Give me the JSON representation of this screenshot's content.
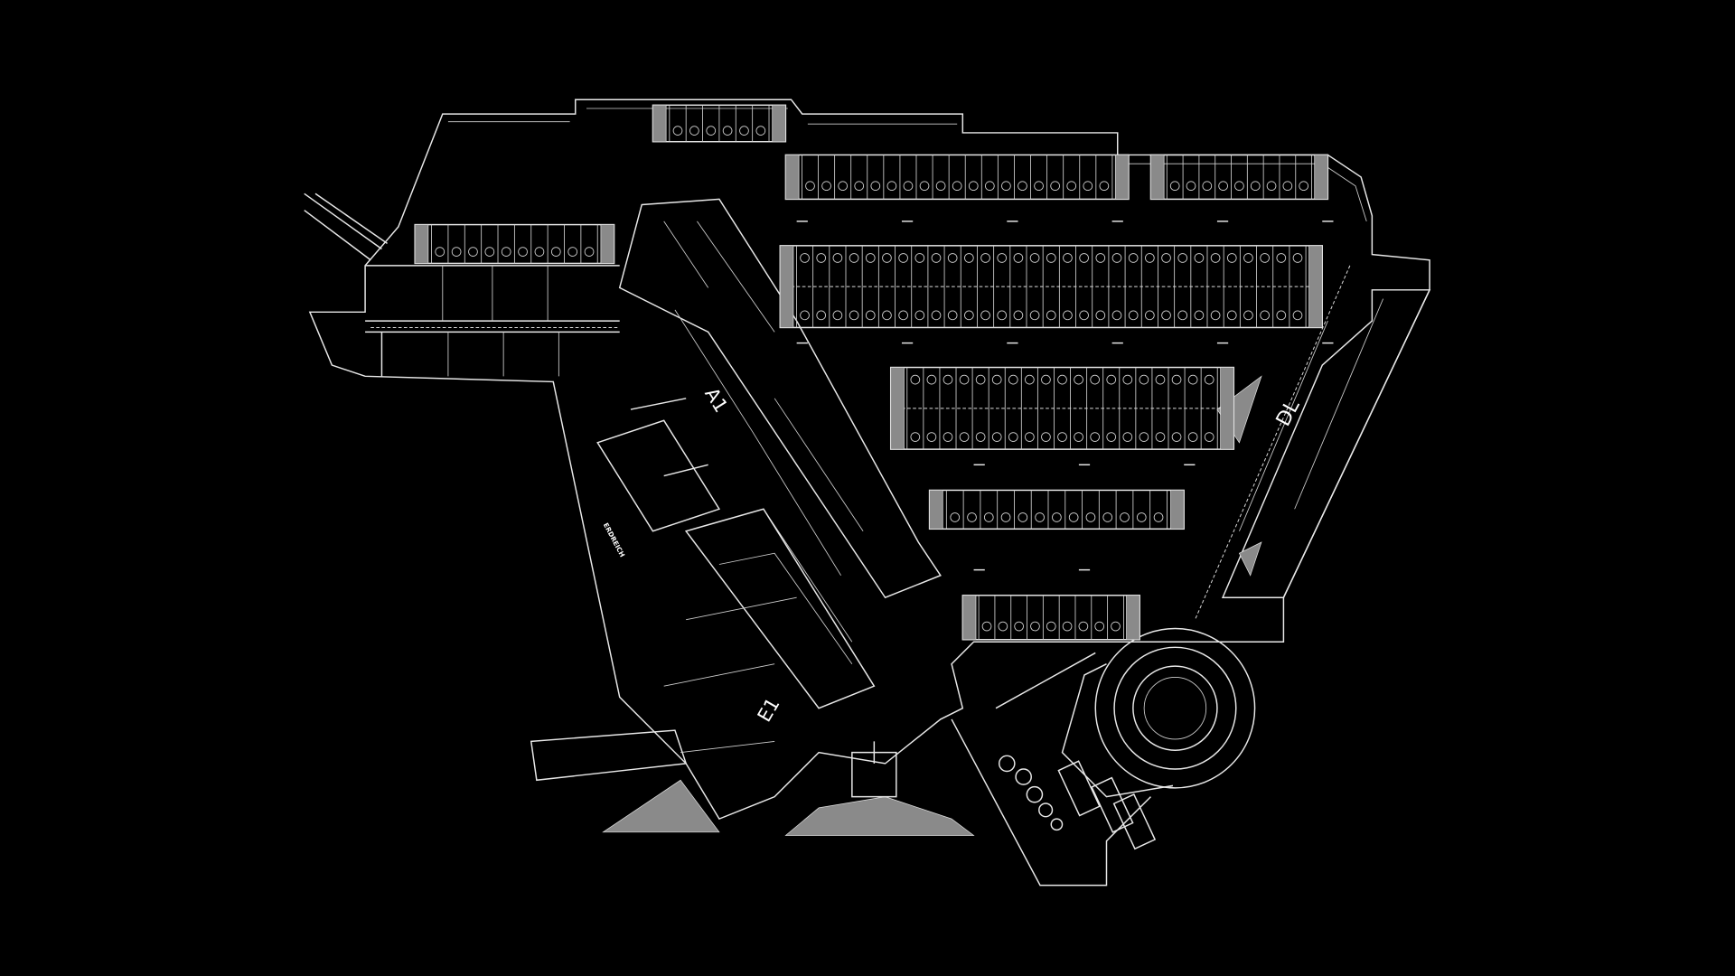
{
  "plan": {
    "labels": {
      "zone_a1": "A1",
      "zone_e1": "E1",
      "zone_dl": "DL",
      "soil": "ERDREICH"
    },
    "colors": {
      "background": "#000000",
      "lines": "#e8e8e8",
      "hatch": "#8a8a8a"
    }
  }
}
